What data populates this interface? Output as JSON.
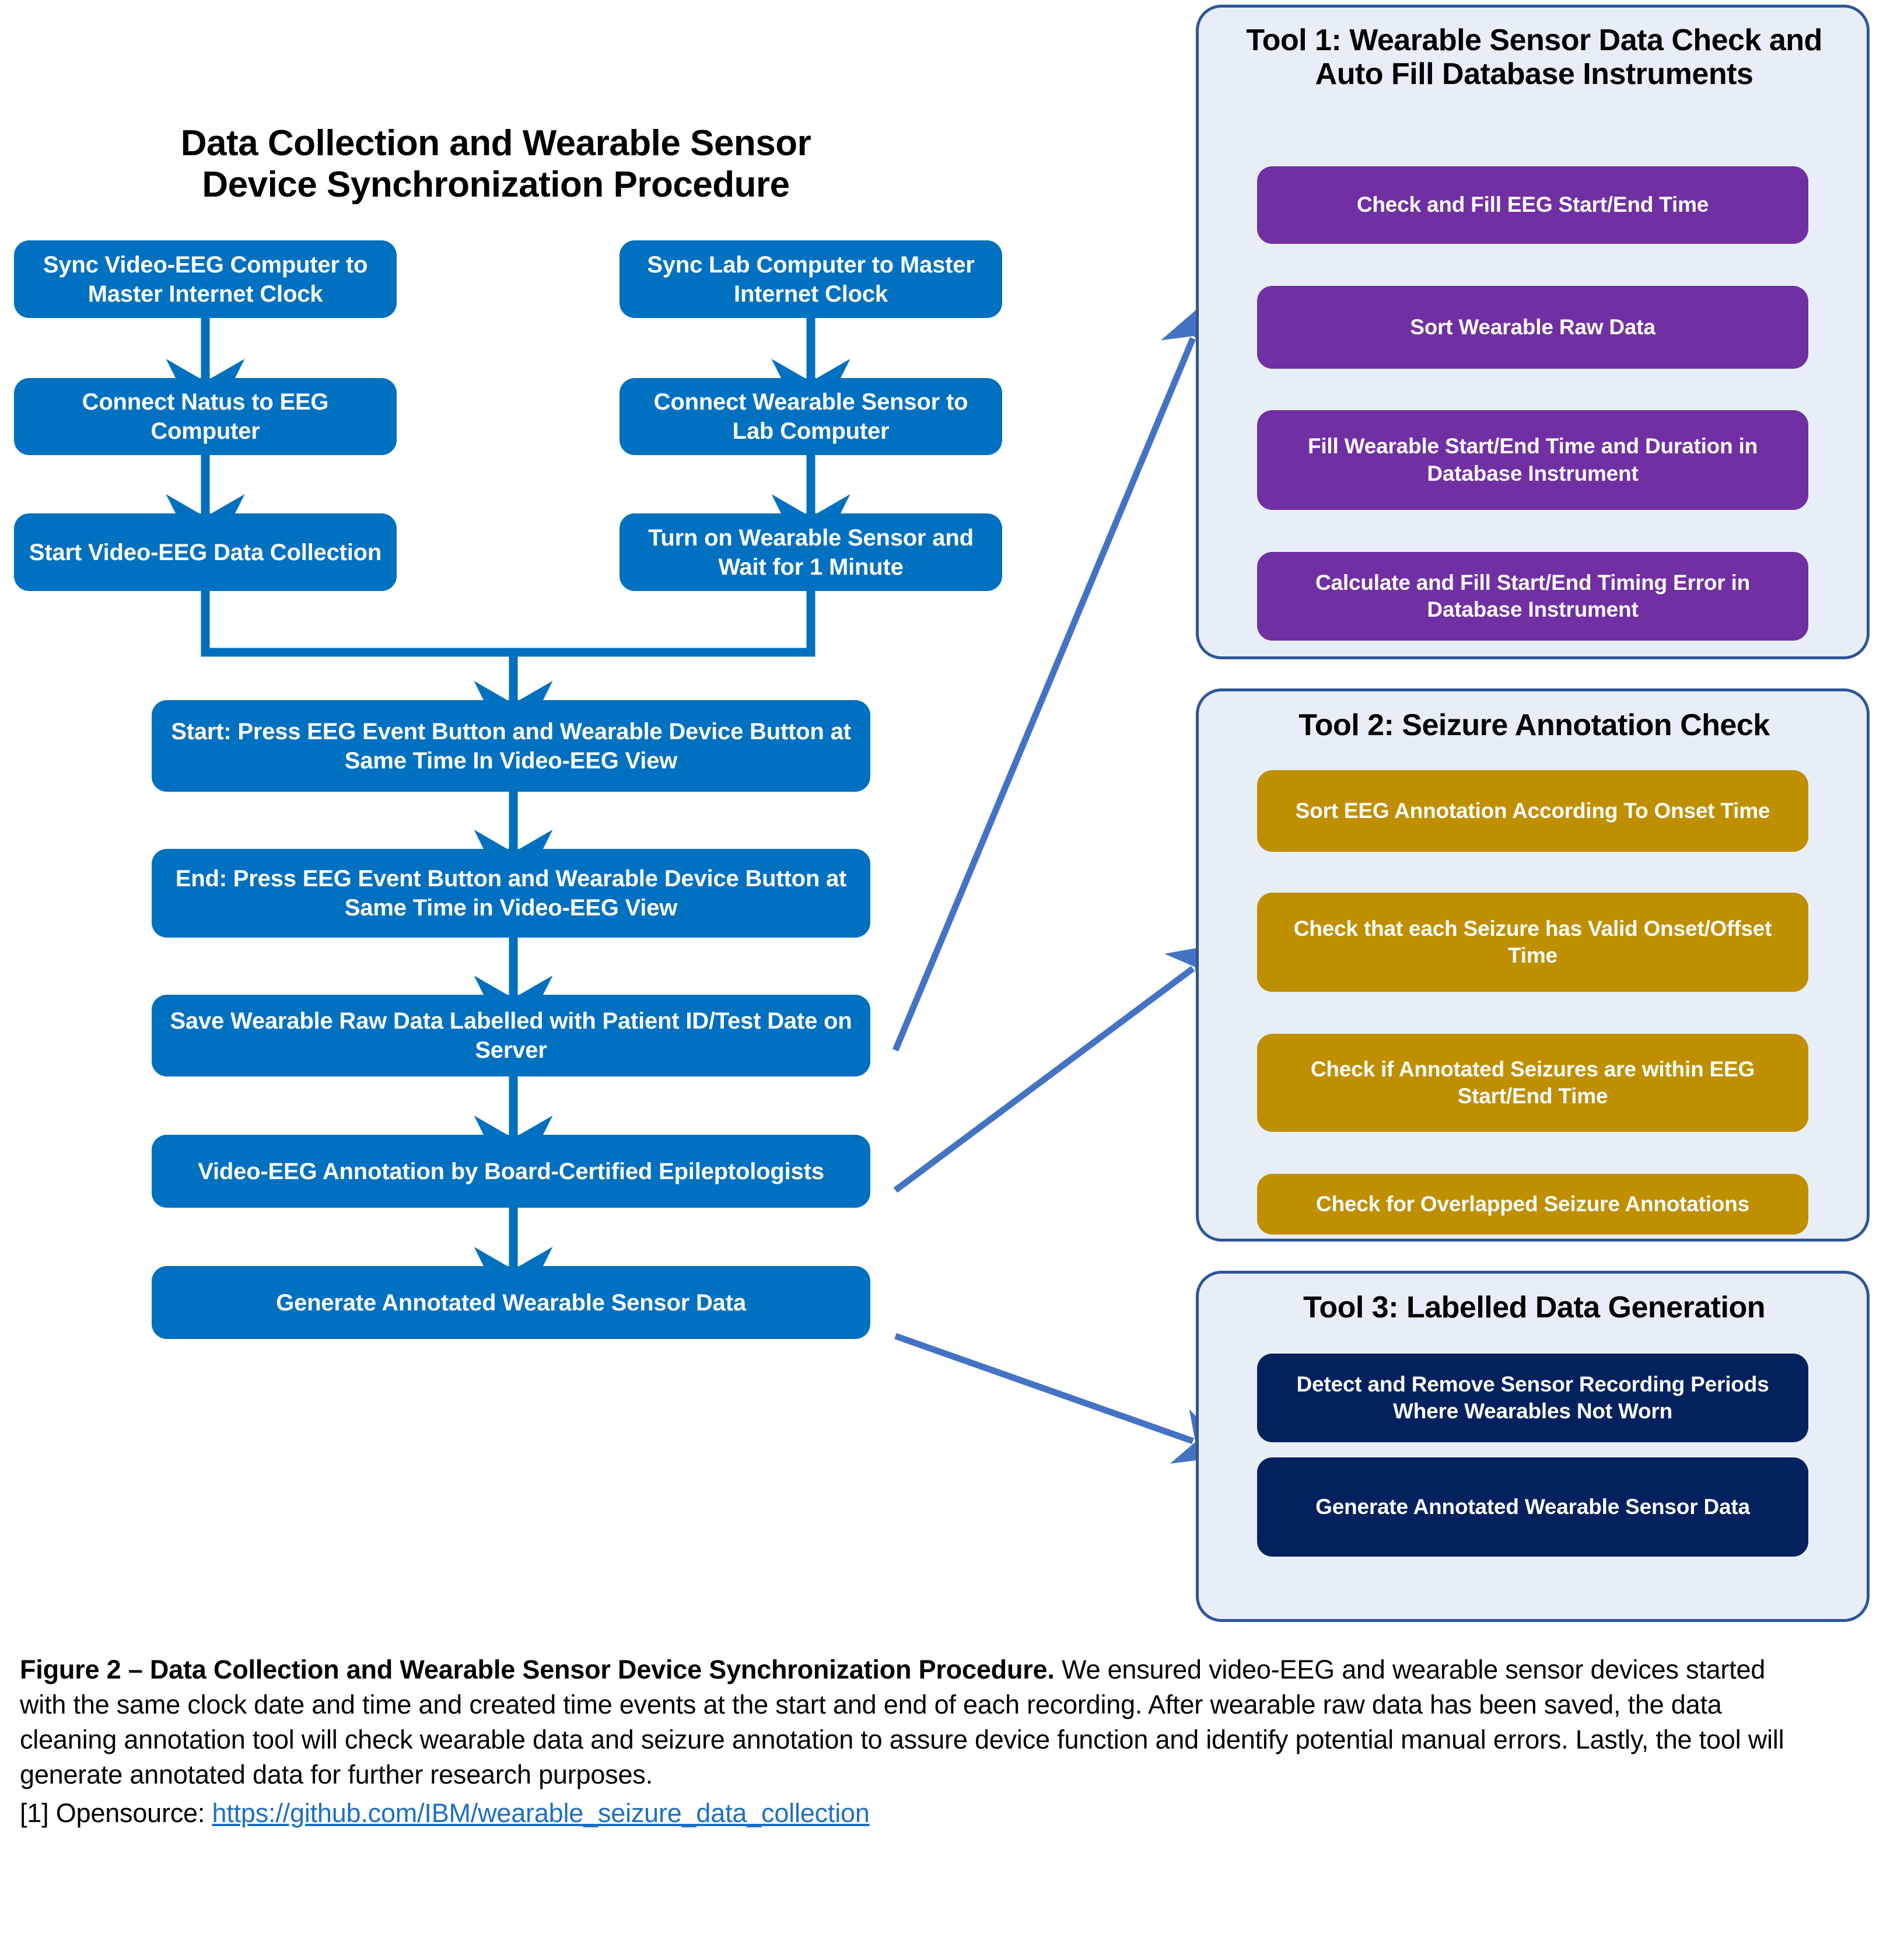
{
  "figure": {
    "main_title_line1": "Data Collection and Wearable Sensor",
    "main_title_line2": "Device Synchronization Procedure"
  },
  "left_flow": {
    "nodes": [
      {
        "id": "sync-video-eeg-computer",
        "label": "Sync Video-EEG Computer to Master Internet Clock"
      },
      {
        "id": "sync-lab-computer",
        "label": "Sync Lab Computer to Master Internet Clock"
      },
      {
        "id": "connect-natus",
        "label": "Connect Natus to EEG Computer"
      },
      {
        "id": "connect-wearable-sensor",
        "label": "Connect Wearable Sensor to Lab Computer"
      },
      {
        "id": "start-video-eeg",
        "label": "Start Video-EEG Data Collection"
      },
      {
        "id": "turn-on-wearable-sensor",
        "label": "Turn on Wearable Sensor and Wait for 1 Minute"
      },
      {
        "id": "start-press-buttons",
        "label": "Start: Press EEG Event Button and Wearable Device Button at Same Time In Video-EEG View"
      },
      {
        "id": "end-press-buttons",
        "label": "End: Press EEG Event Button and Wearable Device Button at Same Time in Video-EEG View"
      },
      {
        "id": "save-wearable-raw-data",
        "label": "Save Wearable Raw Data Labelled with Patient ID/Test Date on Server"
      },
      {
        "id": "video-eeg-annotation",
        "label": "Video-EEG Annotation by  Board-Certified Epileptologists"
      },
      {
        "id": "generate-annotated-data",
        "label": "Generate Annotated Wearable Sensor Data"
      }
    ]
  },
  "tool1": {
    "title": "Tool 1: Wearable Sensor Data Check and Auto Fill Database Instruments",
    "steps": [
      "Check and Fill EEG Start/End Time",
      "Sort Wearable Raw Data",
      "Fill Wearable Start/End Time and Duration in Database Instrument",
      "Calculate and Fill Start/End Timing Error in Database Instrument"
    ]
  },
  "tool2": {
    "title": "Tool 2: Seizure Annotation Check",
    "steps": [
      "Sort EEG Annotation According To Onset Time",
      "Check that each Seizure has Valid Onset/Offset Time",
      "Check if Annotated Seizures are within EEG Start/End Time",
      "Check for Overlapped Seizure Annotations"
    ]
  },
  "tool3": {
    "title": "Tool 3: Labelled Data Generation",
    "steps": [
      "Detect and Remove Sensor Recording Periods Where Wearables Not Worn",
      "Generate Annotated Wearable Sensor Data"
    ]
  },
  "caption": {
    "bold_lead": "Figure 2 – Data Collection and Wearable Sensor Device Synchronization Procedure.",
    "body": " We ensured video-EEG and wearable sensor devices started with the same clock date and time and created time events at the start and end of each recording. After wearable raw data has been saved, the data cleaning annotation tool will check wearable data and seizure annotation to assure device function and identify potential manual errors. Lastly, the tool will generate annotated data for further research purposes.",
    "source_prefix": "[1] Opensource: ",
    "source_url_text": "https://github.com/IBM/wearable_seizure_data_collection"
  },
  "colors": {
    "flow_blue": "#0070C0",
    "tool1_purple": "#702FA3",
    "tool2_gold": "#BF8F00",
    "tool3_navy": "#04215F",
    "panel_fill": "#E8EEF7",
    "panel_border": "#2E5597",
    "connector_blue": "#4472C4",
    "link_blue": "#1F6FC4"
  }
}
